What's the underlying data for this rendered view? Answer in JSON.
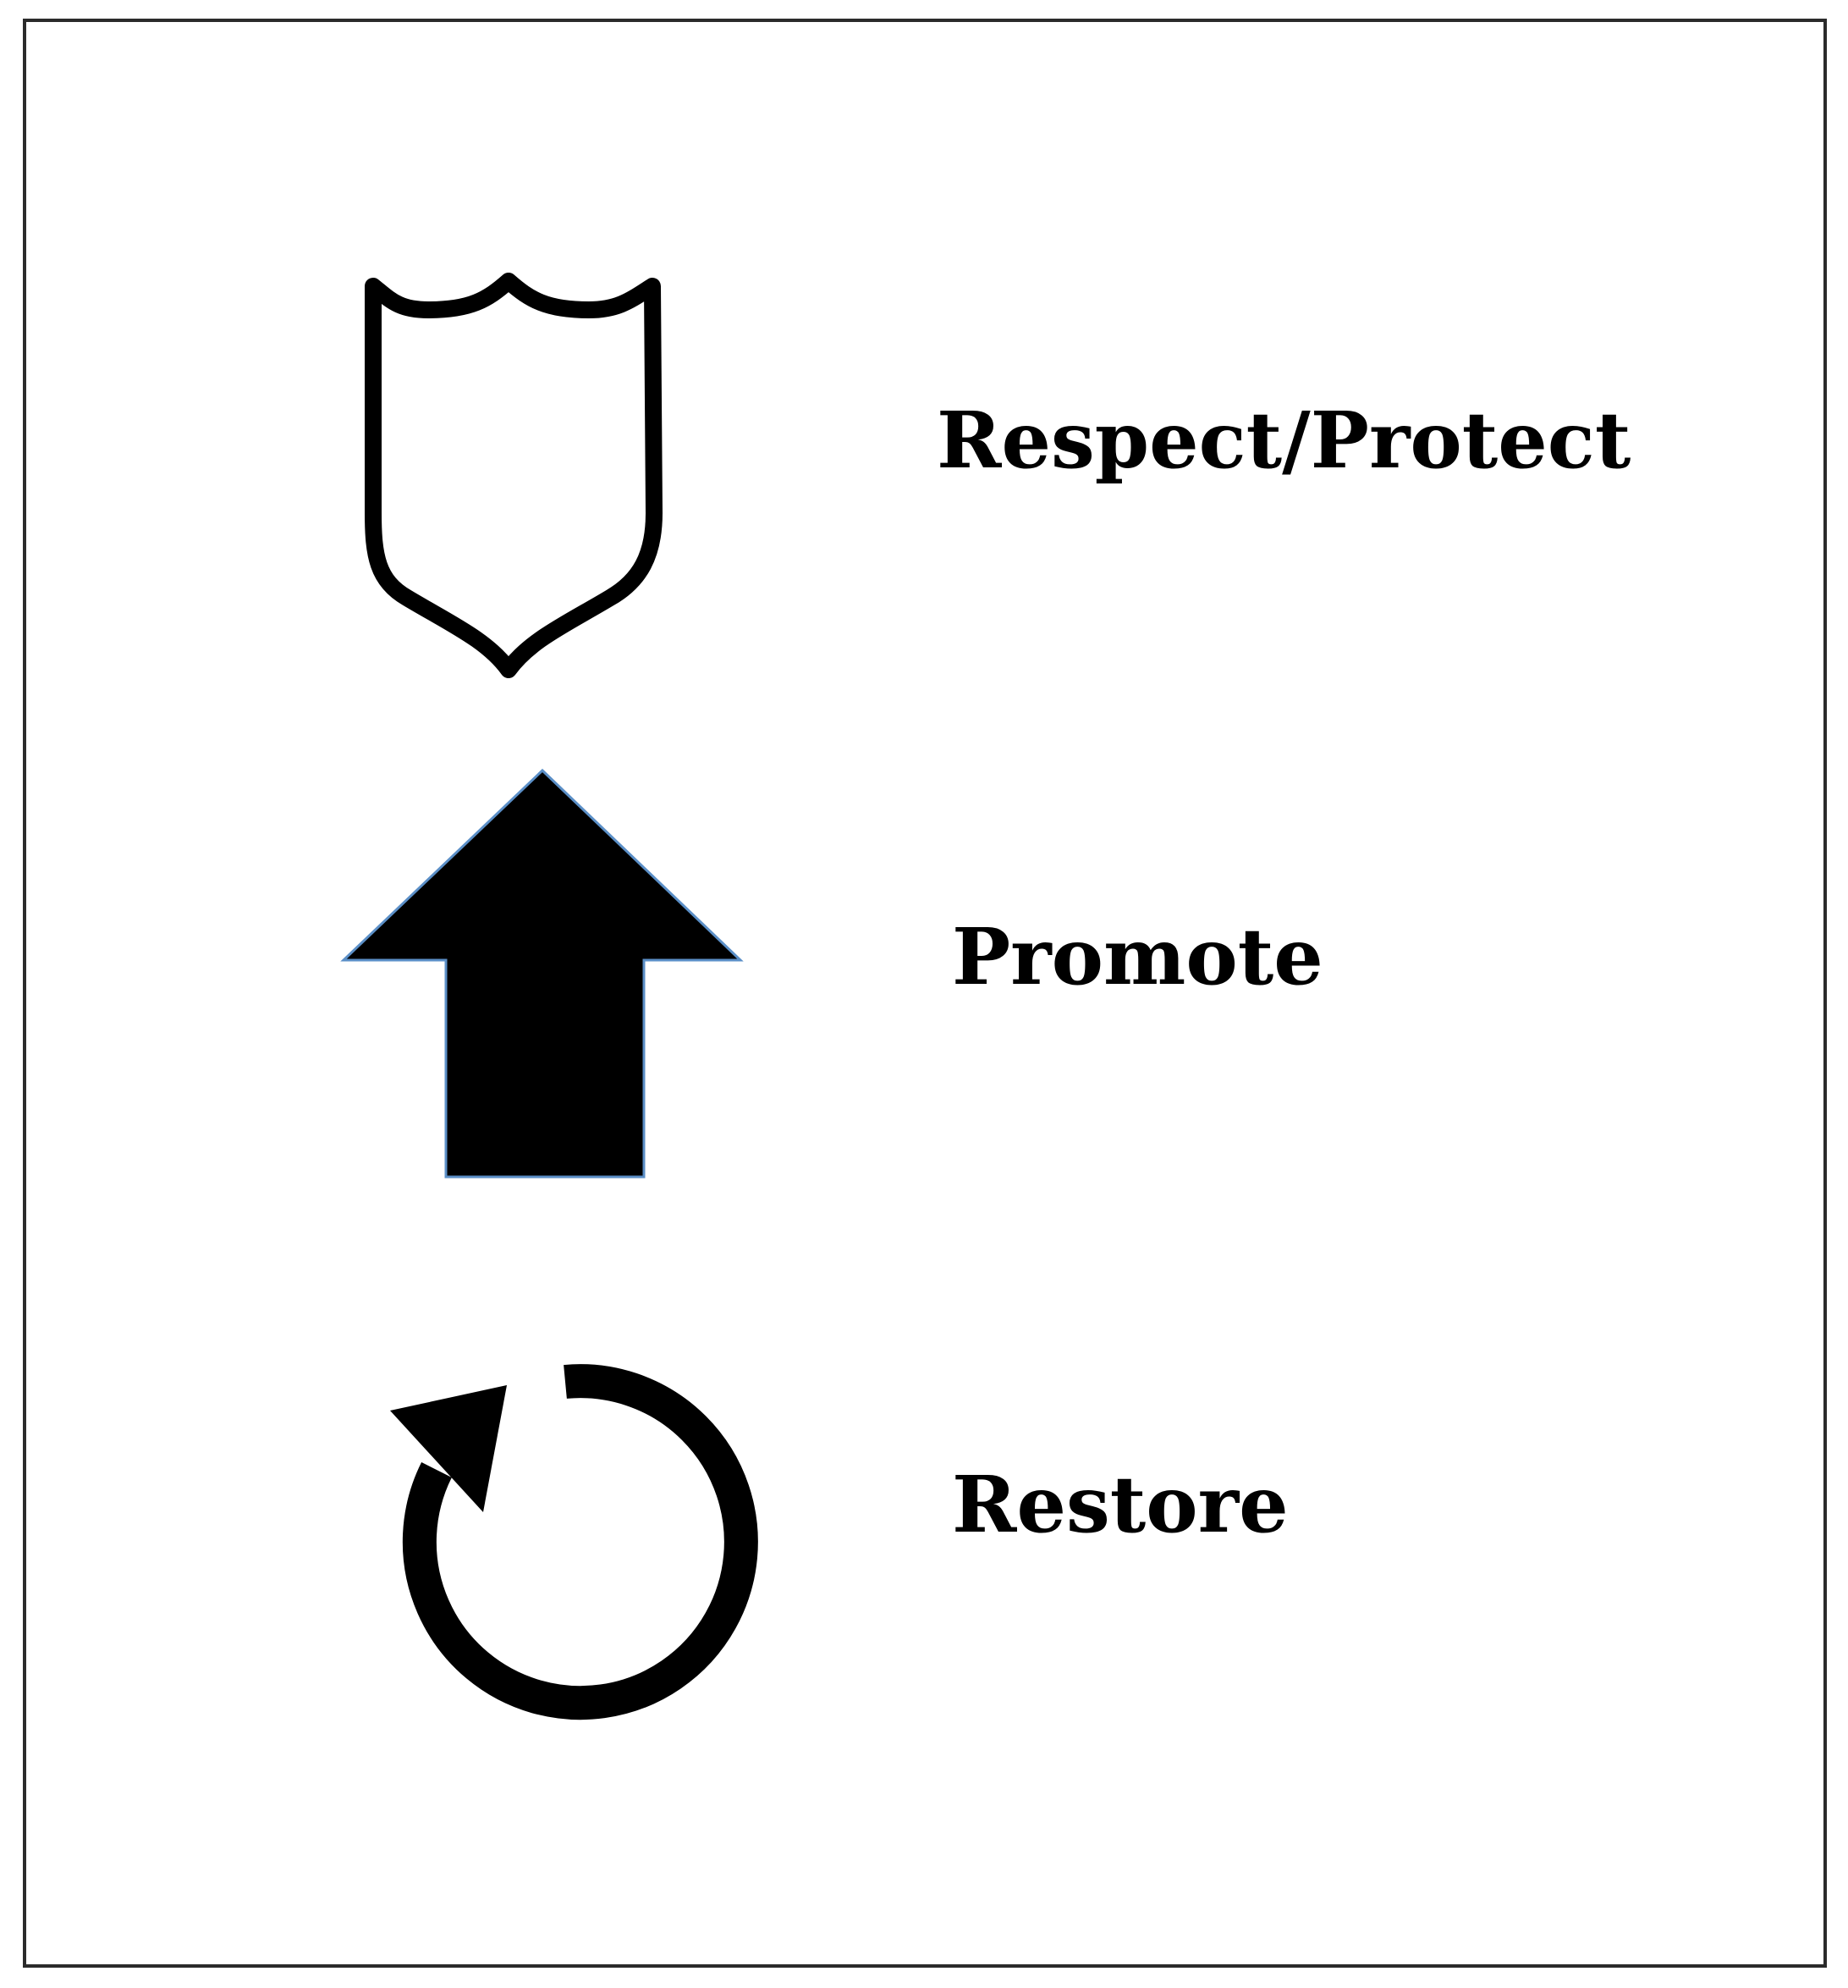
{
  "legend": {
    "items": [
      {
        "icon": "shield-icon",
        "label": "Respect/Protect"
      },
      {
        "icon": "up-arrow-icon",
        "label": "Promote"
      },
      {
        "icon": "circular-arrow-icon",
        "label": "Restore"
      }
    ]
  },
  "colors": {
    "icon": "#000000",
    "arrow_outline": "#5b8fc7",
    "frame": "#2b2b2b",
    "background": "#ffffff"
  }
}
